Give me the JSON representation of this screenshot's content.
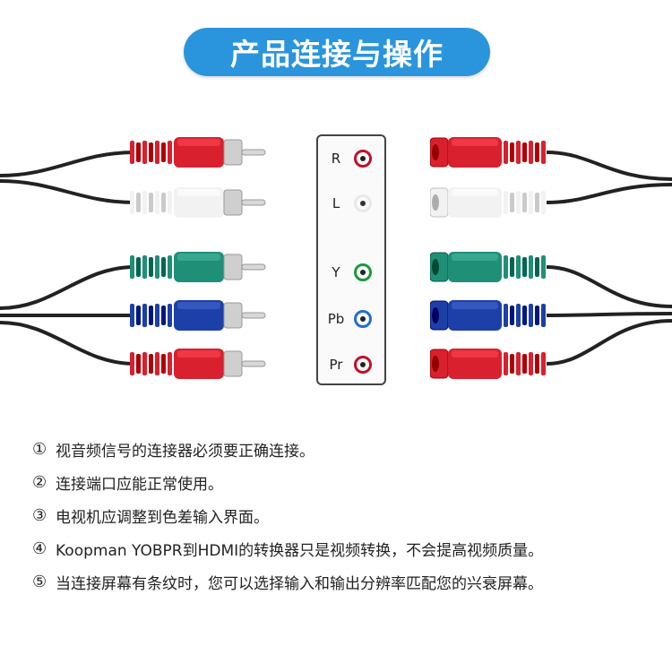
{
  "banner": {
    "title": "产品连接与操作"
  },
  "panel": {
    "ports": [
      {
        "label": "R",
        "color": "#c0112a"
      },
      {
        "label": "L",
        "color": "#e8e8e8"
      },
      {
        "label": "Y",
        "color": "#1a9a3c"
      },
      {
        "label": "Pb",
        "color": "#1f6fd0"
      },
      {
        "label": "Pr",
        "color": "#c0112a"
      }
    ]
  },
  "plug_colors": [
    "#d8202f",
    "#f2f2f2",
    "#1f8f78",
    "#1d3fa8",
    "#d8202f"
  ],
  "notes": [
    {
      "num": "①",
      "text": "视音频信号的连接器必须要正确连接。"
    },
    {
      "num": "②",
      "text": "连接端口应能正常使用。"
    },
    {
      "num": "③",
      "text": "电视机应调整到色差输入界面。"
    },
    {
      "num": "④",
      "text": "Koopman YOBPR到HDMI的转换器只是视频转换，不会提高视频质量。"
    },
    {
      "num": "⑤",
      "text": "当连接屏幕有条纹时，您可以选择输入和输出分辨率匹配您的兴衰屏幕。"
    }
  ]
}
